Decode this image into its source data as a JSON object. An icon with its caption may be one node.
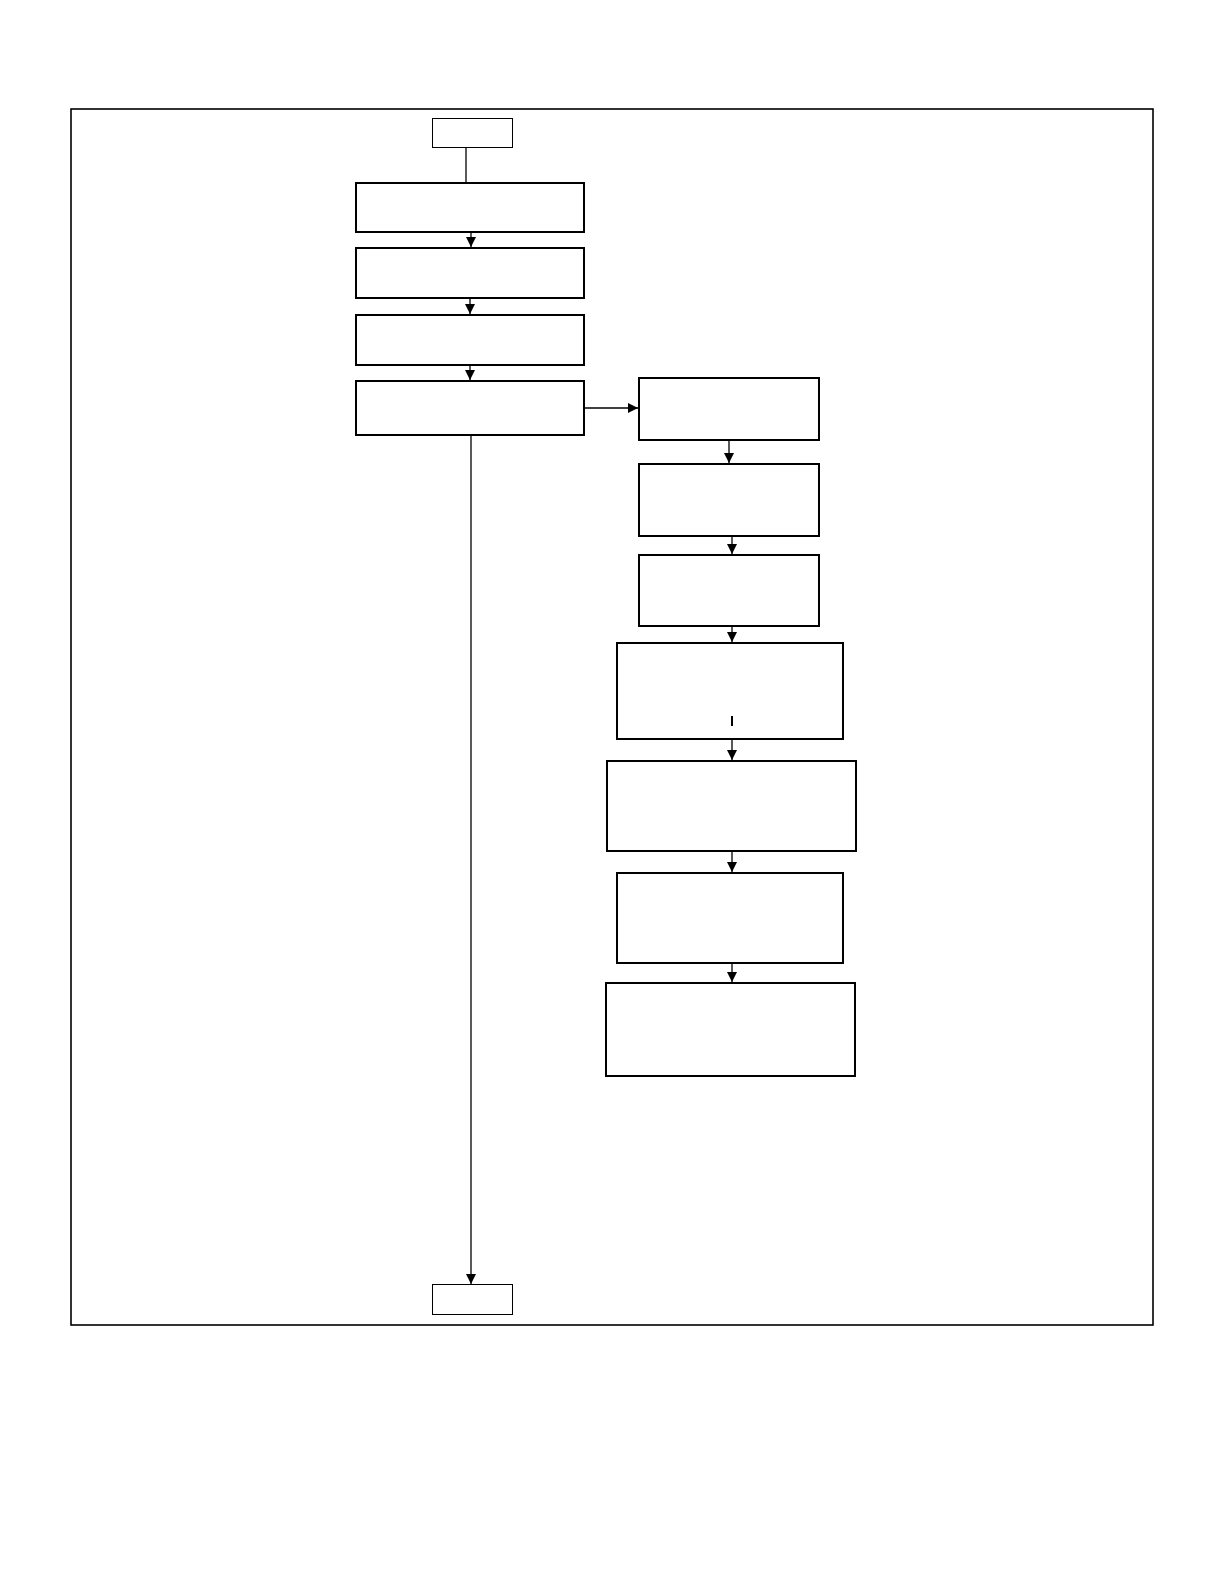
{
  "diagram": {
    "nodes": [
      {
        "text": [],
        "shape": "box"
      },
      {
        "text": [],
        "shape": "box"
      },
      {
        "text": [],
        "shape": "box"
      },
      {
        "text": [],
        "shape": "box"
      },
      {
        "text": [],
        "shape": "box"
      },
      {
        "text": [],
        "shape": "box"
      },
      {
        "text": [],
        "shape": "box"
      },
      {
        "text": [],
        "shape": "box"
      },
      {
        "text": [],
        "shape": "box"
      },
      {
        "text": [],
        "shape": "box"
      },
      {
        "text": [],
        "shape": "box"
      },
      {
        "text": [],
        "shape": "box"
      },
      {
        "text": [],
        "shape": "box"
      }
    ],
    "edges": [
      {
        "from": 0,
        "to": 1,
        "arrow": "none"
      },
      {
        "from": 1,
        "to": 2,
        "arrow": "to"
      },
      {
        "from": 2,
        "to": 3,
        "arrow": "to"
      },
      {
        "from": 3,
        "to": 4,
        "arrow": "to"
      },
      {
        "from": 4,
        "to": 5,
        "arrow": "to"
      },
      {
        "from": 5,
        "to": 6,
        "arrow": "to"
      },
      {
        "from": 6,
        "to": 7,
        "arrow": "to"
      },
      {
        "from": 7,
        "to": 8,
        "arrow": "to"
      },
      {
        "from": 8,
        "to": 9,
        "arrow": "to"
      },
      {
        "from": 9,
        "to": 10,
        "arrow": "to"
      },
      {
        "from": 10,
        "to": 11,
        "arrow": "to"
      },
      {
        "from": 4,
        "to": 12,
        "arrow": "to"
      }
    ]
  }
}
